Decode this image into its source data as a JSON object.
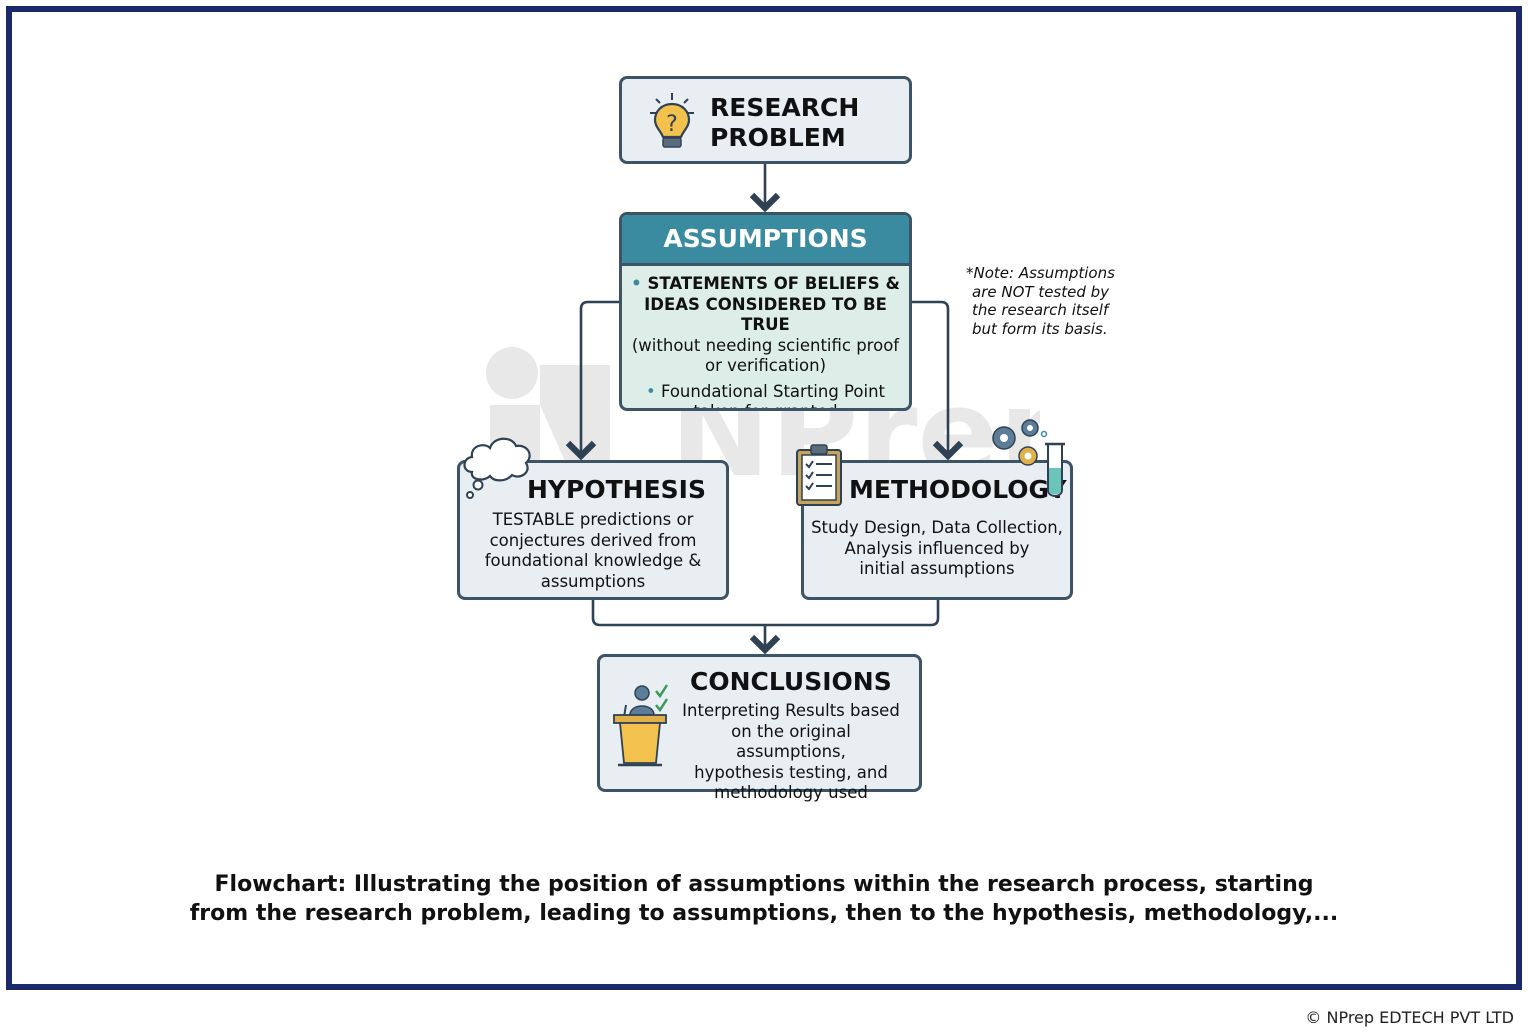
{
  "diagram": {
    "research_problem": {
      "title_line1": "RESEARCH",
      "title_line2": "PROBLEM"
    },
    "assumptions": {
      "header": "ASSUMPTIONS",
      "bullet1_line1": "STATEMENTS OF BELIEFS &",
      "bullet1_line2": "IDEAS CONSIDERED TO BE TRUE",
      "bullet1_line3": "(without needing scientific proof",
      "bullet1_line4": "or verification)",
      "bullet2_line1": "Foundational Starting Point",
      "bullet2_line2": "taken for granted"
    },
    "note": {
      "line1": "*Note: Assumptions",
      "line2": "are NOT tested by",
      "line3": "the research itself",
      "line4": "but form its basis."
    },
    "hypothesis": {
      "title": "HYPOTHESIS",
      "line1": "TESTABLE predictions or",
      "line2": "conjectures derived from",
      "line3": "foundational knowledge &",
      "line4": "assumptions"
    },
    "methodology": {
      "title": "METHODOLOGY",
      "line1": "Study Design, Data Collection,",
      "line2": "Analysis influenced by",
      "line3": "initial assumptions"
    },
    "conclusions": {
      "title": "CONCLUSIONS",
      "line1": "Interpreting Results based",
      "line2": "on the original assumptions,",
      "line3": "hypothesis testing, and",
      "line4": "methodology used"
    },
    "watermark": "NPrep"
  },
  "caption": {
    "line1": "Flowchart: Illustrating the position of assumptions within the research process, starting",
    "line2": "from the research problem, leading to assumptions, then to the hypothesis, methodology,..."
  },
  "copyright": "© NPrep EDTECH PVT LTD",
  "colors": {
    "frame": "#1c2a6b",
    "box_border": "#3d5366",
    "accent": "#3a8aa0",
    "box_fill": "#e9eef3"
  }
}
